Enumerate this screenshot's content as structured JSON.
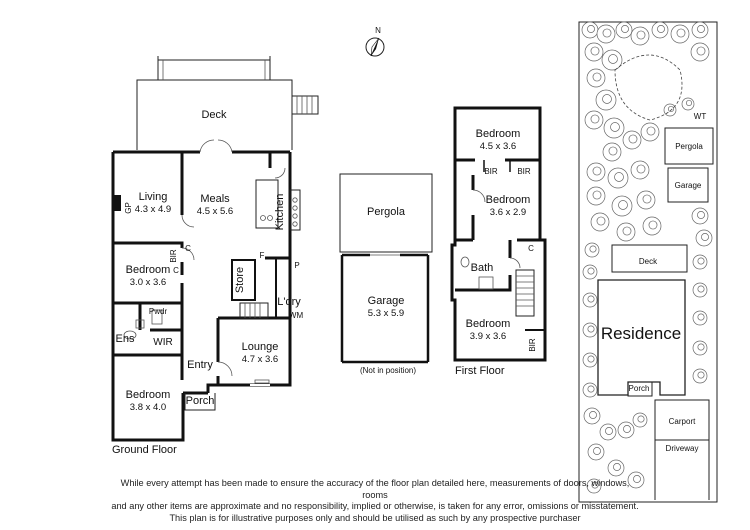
{
  "compass": {
    "north": "N"
  },
  "ground_floor": {
    "title": "Ground Floor",
    "rooms": {
      "deck": {
        "name": "Deck"
      },
      "living": {
        "name": "Living",
        "dims": "4.3 x 4.9"
      },
      "meals": {
        "name": "Meals",
        "dims": "4.5 x 5.6"
      },
      "kitchen": {
        "name": "Kitchen"
      },
      "bedroom2": {
        "name": "Bedroom",
        "dims": "3.0 x 3.6"
      },
      "store": {
        "name": "Store"
      },
      "laundry": {
        "name": "L'dry"
      },
      "lounge": {
        "name": "Lounge",
        "dims": "4.7 x 3.6"
      },
      "ensuite": {
        "name": "Ens"
      },
      "wir": {
        "name": "WIR"
      },
      "entry": {
        "name": "Entry"
      },
      "bedroom1": {
        "name": "Bedroom",
        "dims": "3.8 x 4.0"
      },
      "porch": {
        "name": "Porch"
      }
    },
    "labels": {
      "gp": "GP",
      "bir": "BIR",
      "c": "C",
      "f": "F",
      "p": "P",
      "wm": "WM",
      "pwdr": "Pwdr"
    }
  },
  "outbuilding": {
    "pergola": {
      "name": "Pergola"
    },
    "garage": {
      "name": "Garage",
      "dims": "5.3 x 5.9"
    },
    "note": "(Not in position)"
  },
  "first_floor": {
    "title": "First Floor",
    "rooms": {
      "bedroom_top": {
        "name": "Bedroom",
        "dims": "4.5 x 3.6"
      },
      "bedroom_mid": {
        "name": "Bedroom",
        "dims": "3.6 x 2.9"
      },
      "bath": {
        "name": "Bath"
      },
      "bedroom_low": {
        "name": "Bedroom",
        "dims": "3.9 x 3.6"
      }
    },
    "labels": {
      "bir": "BIR",
      "c": "C"
    }
  },
  "site_plan": {
    "wt": "WT",
    "pergola": "Pergola",
    "garage": "Garage",
    "deck": "Deck",
    "residence": "Residence",
    "porch": "Porch",
    "carport": "Carport",
    "driveway": "Driveway"
  },
  "disclaimer": [
    "While every attempt has been made to ensure the accuracy of the floor plan detailed here, measurements of doors, windows, rooms",
    "and any other items are approximate and no responsibility, implied or otherwise, is taken for any error, omissions or misstatement.",
    "This plan is for illustrative purposes only and should be utilised as such by any prospective purchaser"
  ]
}
